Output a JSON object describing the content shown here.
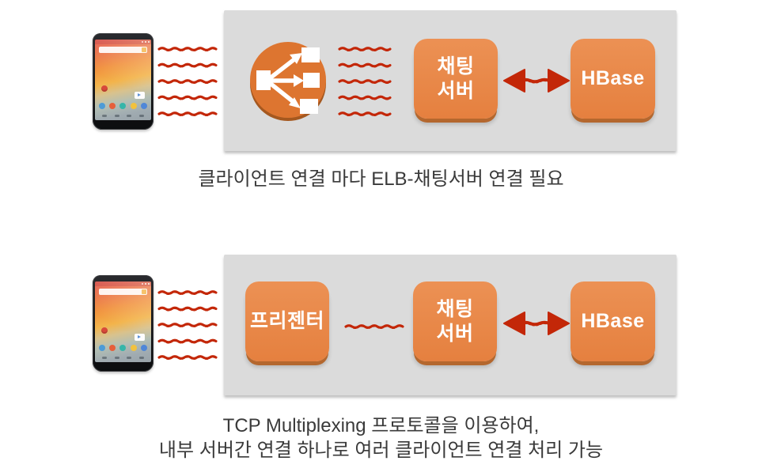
{
  "colors": {
    "panel_gray": "#dbdbdb",
    "node_orange": "#e8854a",
    "node_orange_shadow": "#b4672e",
    "elb_circle_orange": "#dd7530",
    "scribble_red": "#c32708",
    "caption_text": "#3a3a3a",
    "node_text": "#ffffff"
  },
  "icons": {
    "client": "smartphone-icon",
    "load_balancer": "aws-elb-load-balancer-icon",
    "link": "bidirectional-arrow-icon",
    "connection": "scribble-line"
  },
  "sections": [
    {
      "caption": "클라이언트 연결 마다 ELB-채팅서버 연결 필요",
      "client_connection_count": 5,
      "elb_to_server_connection_count": 5,
      "chat_server": {
        "line1": "채팅",
        "line2": "서버"
      },
      "hbase_label": "HBase"
    },
    {
      "caption_line1": "TCP Multiplexing 프로토콜을 이용하여,",
      "caption_line2": "내부 서버간 연결 하나로 여러 클라이언트 연결 처리 가능",
      "client_connection_count": 5,
      "presenter_label": "프리젠터",
      "internal_connection_count": 1,
      "chat_server": {
        "line1": "채팅",
        "line2": "서버"
      },
      "hbase_label": "HBase"
    }
  ]
}
